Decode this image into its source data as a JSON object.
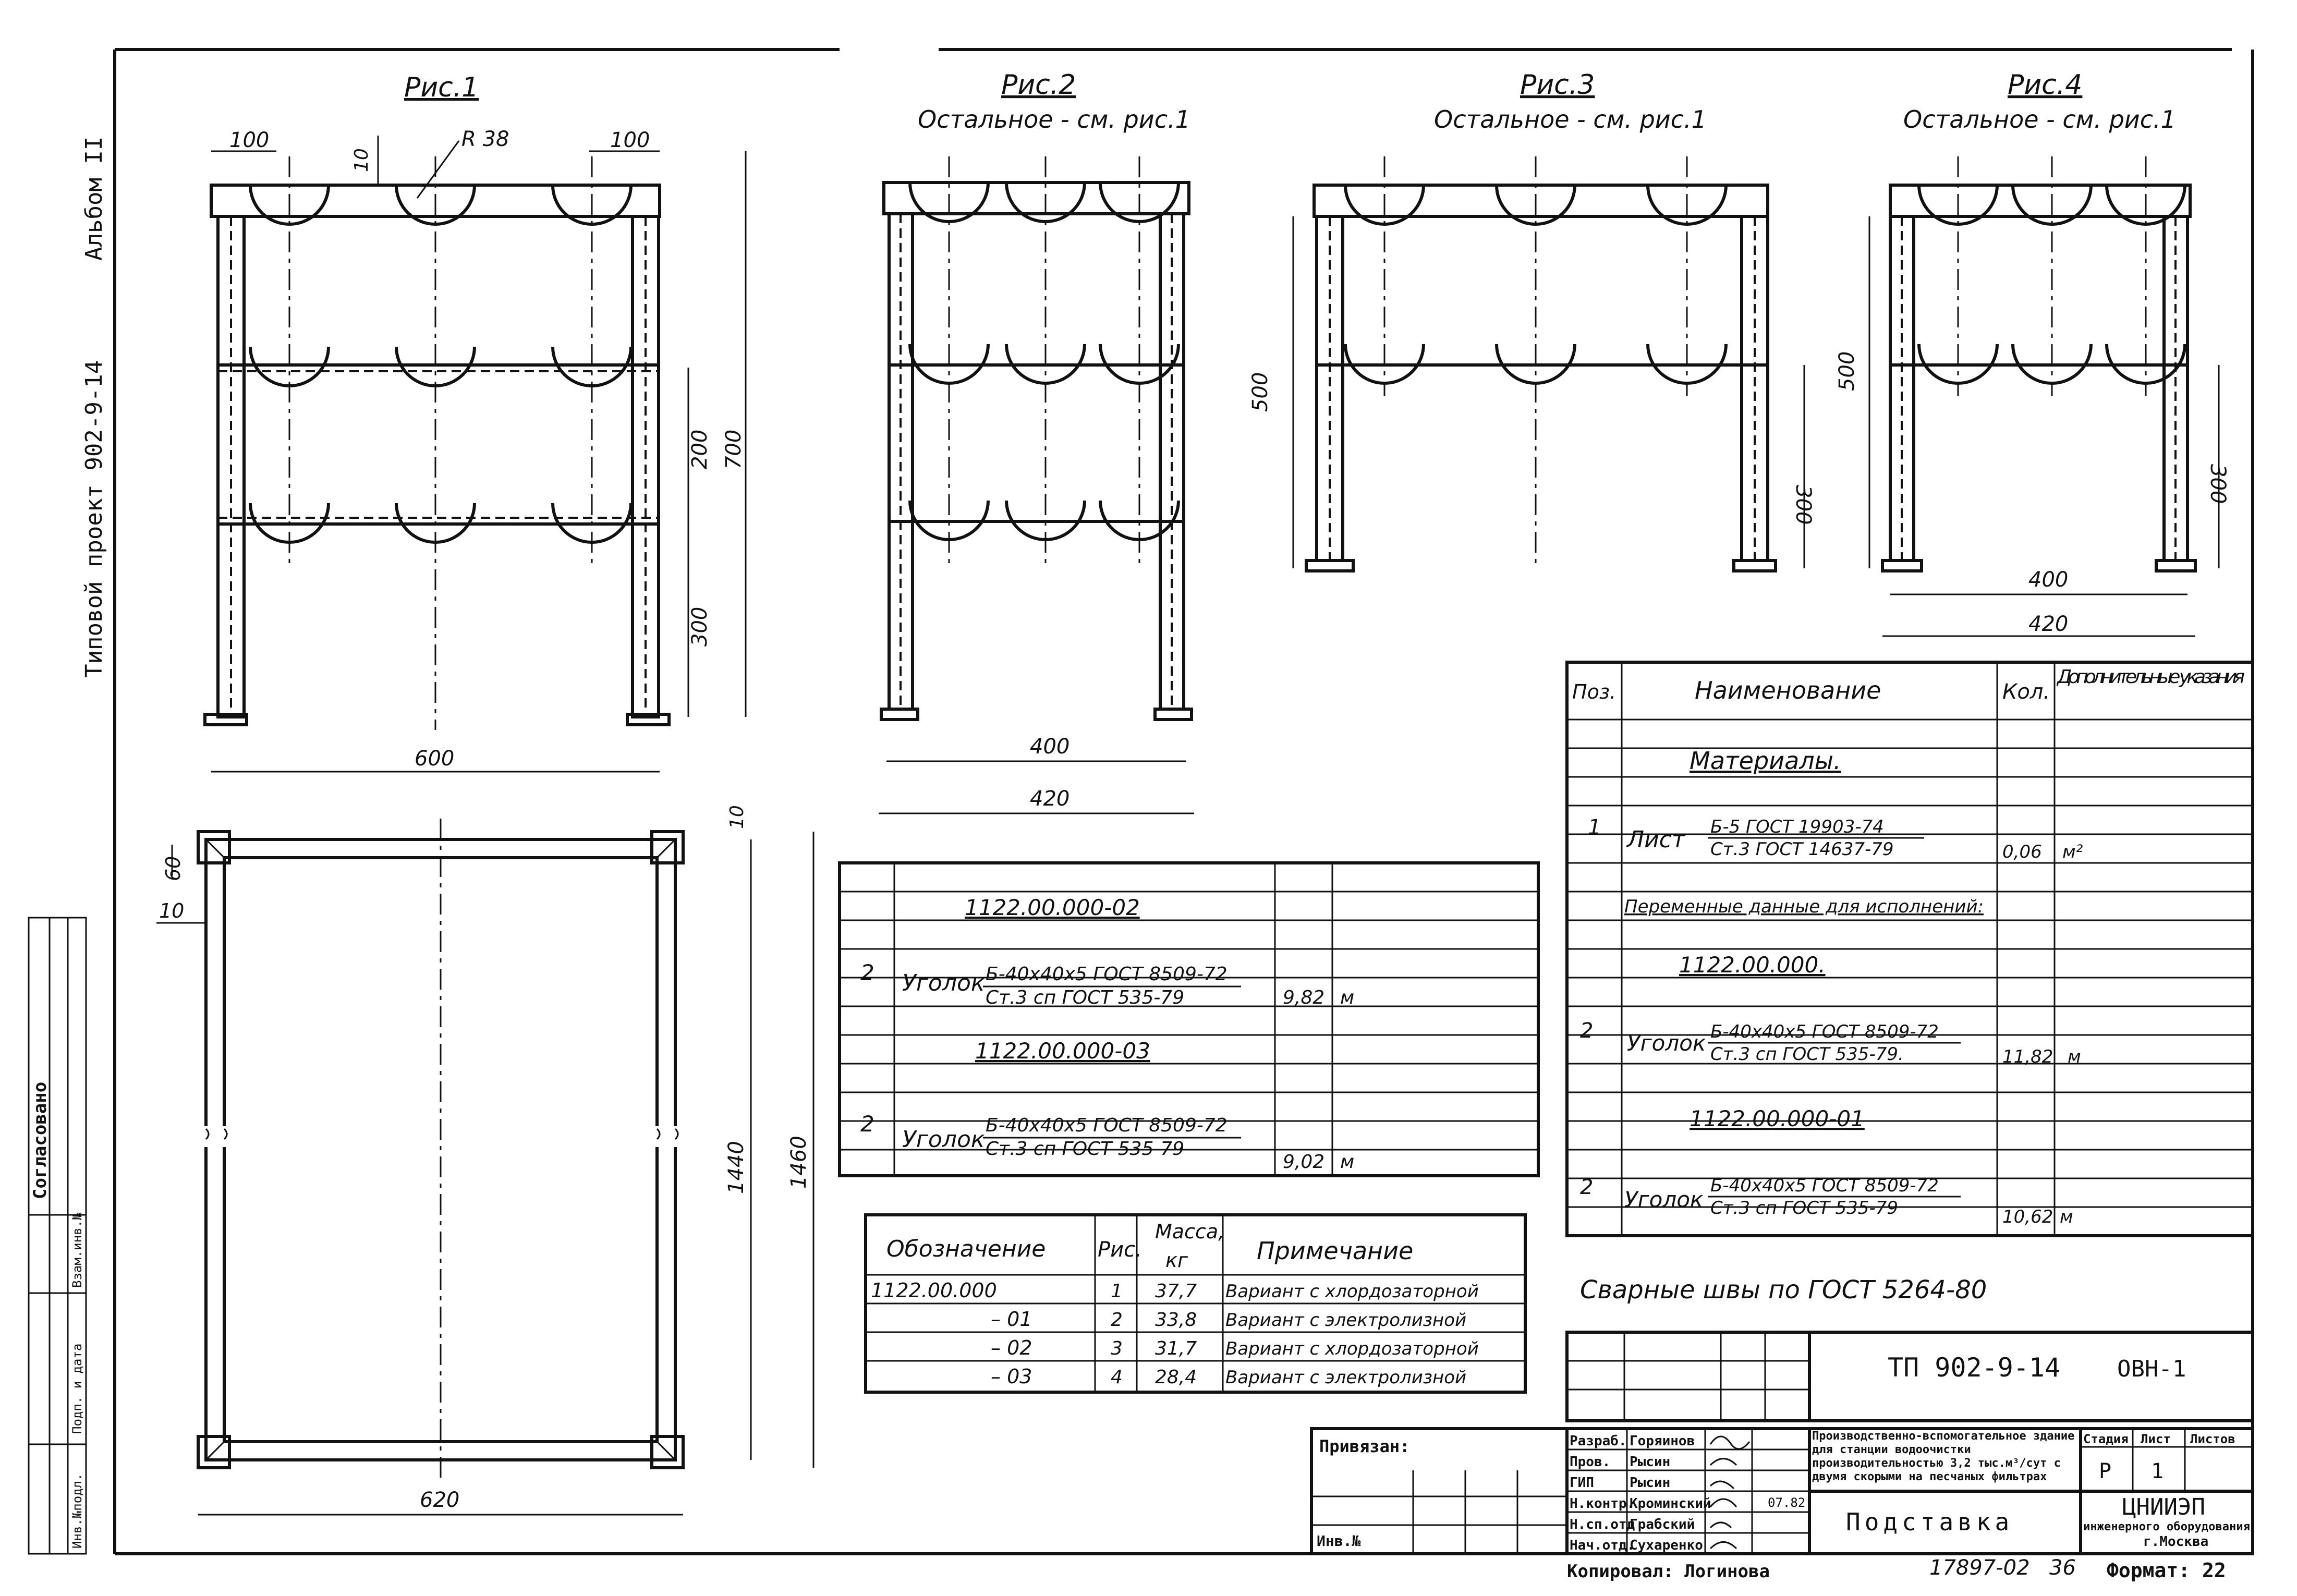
{
  "side": {
    "album": "Альбом II",
    "project": "Типовой проект 902-9-14",
    "agreed": "Согласовано",
    "inv_no": "Взам.инв.№",
    "sign_date": "Подп. и дата",
    "inv_orig": "Инв.№подл."
  },
  "fig1": {
    "title": "Рис.1",
    "dims": {
      "w100a": "100",
      "w100b": "100",
      "t10": "10",
      "r38": "R 38",
      "h200": "200",
      "h700": "700",
      "h300": "300",
      "w600": "600"
    }
  },
  "fig2": {
    "title": "Рис.2",
    "sub": "Остальное - см. рис.1",
    "dims": {
      "w400": "400",
      "w420": "420"
    }
  },
  "fig3": {
    "title": "Рис.3",
    "sub": "Остальное - см. рис.1",
    "dims": {
      "h500": "500",
      "h300": "300"
    }
  },
  "fig4": {
    "title": "Рис.4",
    "sub": "Остальное - см. рис.1",
    "dims": {
      "h500": "500",
      "h300": "300",
      "w400": "400",
      "w420": "420"
    }
  },
  "plan": {
    "dims": {
      "d60": "60",
      "t10a": "10",
      "t10b": "10",
      "h1440": "1440",
      "h1460": "1460",
      "w620": "620"
    }
  },
  "middle_table": {
    "rows": [
      {
        "pos": "",
        "name": "1122.00.000-02",
        "qty": "",
        "note": ""
      },
      {
        "pos": "2",
        "name": "Уголок",
        "spec1": "Б-40х40х5 ГОСТ 8509-72",
        "spec2": "Ст.3 сп ГОСТ 535-79",
        "qty": "9,82",
        "note": "м"
      },
      {
        "pos": "",
        "name": "1122.00.000-03",
        "qty": "",
        "note": ""
      },
      {
        "pos": "2",
        "name": "Уголок",
        "spec1": "Б-40х40х5 ГОСТ 8509-72",
        "spec2": "Ст.3 сп ГОСТ 535-79",
        "qty": "9,02",
        "note": "м"
      }
    ]
  },
  "variants": {
    "headers": {
      "designation": "Обозначение",
      "fig": "Рис.",
      "mass": "Масса,",
      "mass_unit": "кг",
      "note": "Примечание"
    },
    "rows": [
      {
        "designation": "1122.00.000",
        "fig": "1",
        "mass": "37,7",
        "note": "Вариант с хлордозаторной"
      },
      {
        "designation": "– 01",
        "fig": "2",
        "mass": "33,8",
        "note": "Вариант с электролизной"
      },
      {
        "designation": "– 02",
        "fig": "3",
        "mass": "31,7",
        "note": "Вариант с хлордозаторной"
      },
      {
        "designation": "– 03",
        "fig": "4",
        "mass": "28,4",
        "note": "Вариант с электролизной"
      }
    ]
  },
  "spec": {
    "headers": {
      "pos": "Поз.",
      "name": "Наименование",
      "qty": "Кол.",
      "extra": "Дополнительные указания"
    },
    "materials": "Материалы.",
    "sheet_pos": "1",
    "sheet_name": "Лист",
    "sheet_spec1": "Б-5 ГОСТ 19903-74",
    "sheet_spec2": "Ст.3 ГОСТ 14637-79",
    "sheet_qty": "0,06",
    "sheet_unit": "м²",
    "variable": "Переменные данные для исполнений:",
    "groups": [
      {
        "title": "1122.00.000.",
        "pos": "2",
        "name": "Уголок",
        "spec1": "Б-40х40х5 ГОСТ 8509-72",
        "spec2": "Ст.3 сп ГОСТ 535-79.",
        "qty": "11,82",
        "unit": "м"
      },
      {
        "title": "1122.00.000-01",
        "pos": "2",
        "name": "Уголок",
        "spec1": "Б-40х40х5 ГОСТ 8509-72",
        "spec2": "Ст.3 сп ГОСТ 535-79",
        "qty": "10,62",
        "unit": "м"
      }
    ]
  },
  "weld_note": "Сварные швы по ГОСТ 5264-80",
  "title_block": {
    "code": "ТП 902-9-14",
    "sheet_code": "ОВН-1",
    "linked": "Привязан:",
    "inv": "Инв.№",
    "roles": [
      "Разраб.",
      "Пров.",
      "ГИП",
      "Н.контр.",
      "Н.сп.отд",
      "Нач.отд."
    ],
    "names": [
      "Горяинов",
      "Рысин",
      "Рысин",
      "Кроминский",
      "Грабский",
      "Сухаренко"
    ],
    "date": "07.82",
    "description": "Производственно-вспомогательное здание для станции водоочистки производительностью 3,2 тыс.м³/сут с двумя скорыми на песчаных фильтрах",
    "drawing_name": "Подставка",
    "stage_h": "Стадия",
    "sheet_h": "Лист",
    "sheets_h": "Листов",
    "stage": "Р",
    "sheet": "1",
    "org": "ЦНИИЭП",
    "org_sub": "инженерного оборудования",
    "city": "г.Москва",
    "copied": "Копировал: Логинова",
    "number": "17897-02",
    "page": "36",
    "format": "Формат: 22"
  }
}
